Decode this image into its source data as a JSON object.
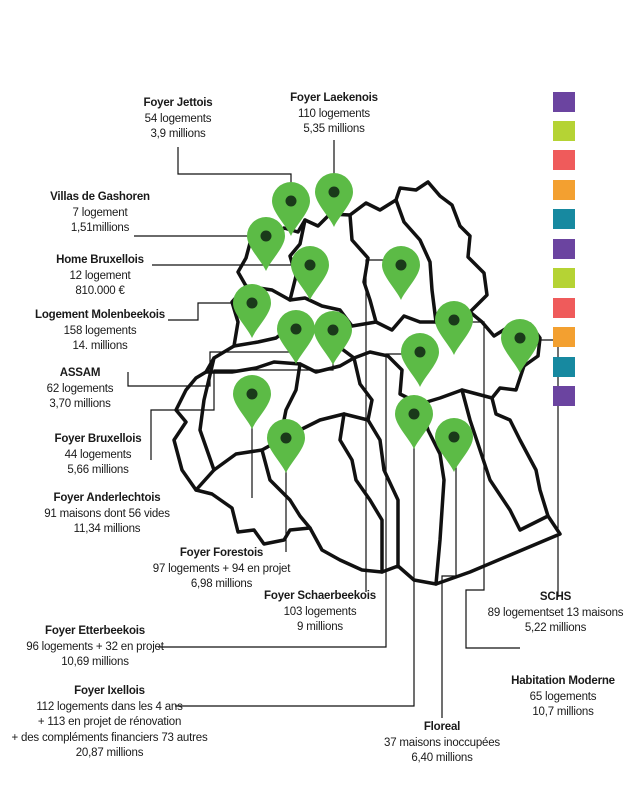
{
  "legend_colors": [
    "#6b44a0",
    "#b5d334",
    "#ef5b5b",
    "#f3a030",
    "#1789a0",
    "#6b44a0",
    "#b5d334",
    "#ef5b5b",
    "#f3a030",
    "#1789a0",
    "#6b44a0"
  ],
  "pin_color": "#5cbb46",
  "pin_dot_color": "#1a3a1a",
  "labels": [
    {
      "id": "foyer-jettois",
      "title": "Foyer Jettois",
      "lines": [
        "54  logements",
        "3,9 millions"
      ]
    },
    {
      "id": "foyer-laekenois",
      "title": "Foyer Laekenois",
      "lines": [
        "110 logements",
        "5,35 millions"
      ]
    },
    {
      "id": "villas-de-gashoren",
      "title": "Villas de Gashoren",
      "lines": [
        "7 logement",
        "1,51millions"
      ]
    },
    {
      "id": "home-bruxellois",
      "title": "Home Bruxellois",
      "lines": [
        "12 logement",
        "810.000 €"
      ]
    },
    {
      "id": "logement-molenbeekois",
      "title": "Logement Molenbeekois",
      "lines": [
        "158 logements",
        "14. millions"
      ]
    },
    {
      "id": "assam",
      "title": "ASSAM",
      "lines": [
        "62 logements",
        "3,70 millions"
      ]
    },
    {
      "id": "foyer-bruxellois",
      "title": "Foyer Bruxellois",
      "lines": [
        "44 logements",
        "5,66 millions"
      ]
    },
    {
      "id": "foyer-anderlechtois",
      "title": "Foyer Anderlechtois",
      "lines": [
        "91 maisons dont 56 vides",
        "11,34 millions"
      ]
    },
    {
      "id": "foyer-forestois",
      "title": "Foyer Forestois",
      "lines": [
        "97 logements + 94 en projet",
        "6,98 millions"
      ]
    },
    {
      "id": "foyer-schaerbeekois",
      "title": "Foyer Schaerbeekois",
      "lines": [
        "103 logements",
        "9 millions"
      ]
    },
    {
      "id": "foyer-etterbeekois",
      "title": "Foyer Etterbeekois",
      "lines": [
        "96 logements + 32 en projet",
        "10,69 millions"
      ]
    },
    {
      "id": "foyer-ixellois",
      "title": "Foyer Ixellois",
      "lines": [
        "112 logements dans les 4 ans",
        "+ 113 en projet de rénovation",
        "+ des compléments financiers 73 autres",
        "20,87 millions"
      ]
    },
    {
      "id": "floreal",
      "title": "Floreal",
      "lines": [
        "37 maisons inoccupées",
        "6,40 millions"
      ]
    },
    {
      "id": "schs",
      "title": "SCHS",
      "lines": [
        "89  logementset 13 maisons",
        "5,22 millions"
      ]
    },
    {
      "id": "habitation-moderne",
      "title": "Habitation Moderne",
      "lines": [
        "65 logements",
        "10,7 millions"
      ]
    }
  ]
}
